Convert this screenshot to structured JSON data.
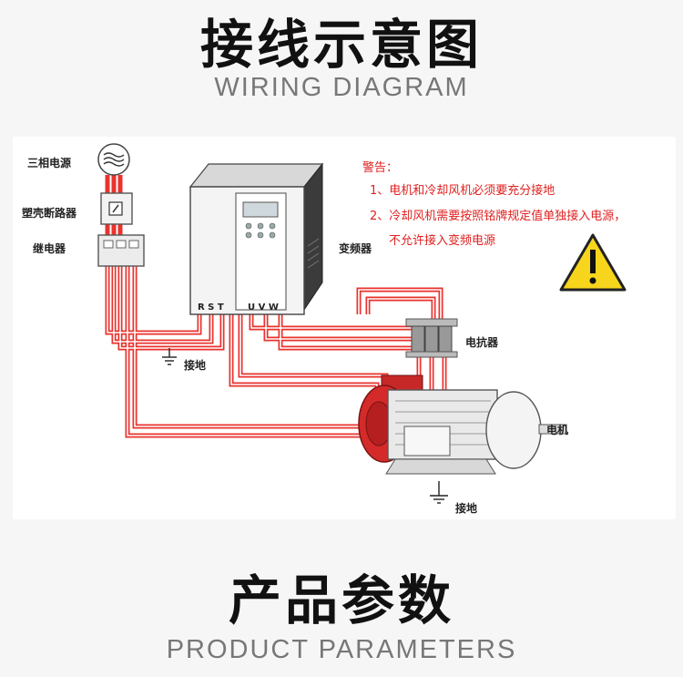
{
  "header": {
    "title_cn": "接线示意图",
    "title_en": "WIRING DIAGRAM"
  },
  "diagram": {
    "labels": {
      "power": "三相电源",
      "breaker": "塑壳断路器",
      "relay": "继电器",
      "inverter": "变频器",
      "reactor": "电抗器",
      "motor": "电机",
      "ground_1": "接地",
      "ground_2": "接地"
    },
    "terminals": {
      "input": "R S T",
      "output": "U V W"
    },
    "warning": {
      "title": "警告：",
      "line1": "1、电机和冷却风机必须要充分接地",
      "line2": "2、冷却风机需要按照铭牌规定值单独接入电源，",
      "line3": "不允许接入变频电源"
    },
    "colors": {
      "wire": "#e8332e",
      "warning_text": "#e02020",
      "motor_red": "#d42a2a",
      "warning_sign": "#f6d51c"
    }
  },
  "footer": {
    "title_cn": "产品参数",
    "title_en": "PRODUCT PARAMETERS"
  }
}
